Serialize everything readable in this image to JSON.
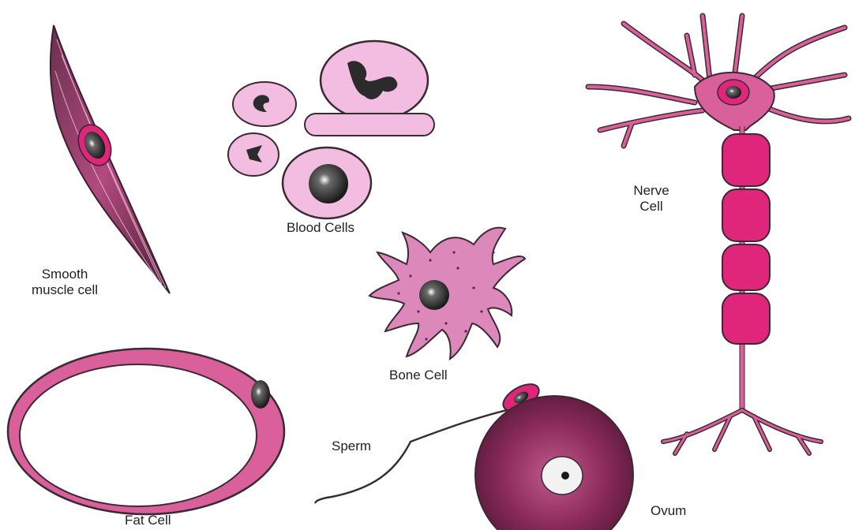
{
  "labels": {
    "smooth_muscle_line1": "Smooth",
    "smooth_muscle_line2": "muscle cell",
    "blood_cells": "Blood Cells",
    "bone_cell": "Bone Cell",
    "nerve_line1": "Nerve",
    "nerve_line2": "Cell",
    "fat_cell": "Fat Cell",
    "sperm": "Sperm",
    "ovum": "Ovum"
  },
  "colors": {
    "cell_pink": "#d9609a",
    "cell_light_pink": "#f2bde0",
    "nucleus_dark": "#2b2b2b",
    "membrane_magenta": "#e0267a",
    "outline": "#3a2a33",
    "ovum_dark": "#8a2a5a"
  }
}
